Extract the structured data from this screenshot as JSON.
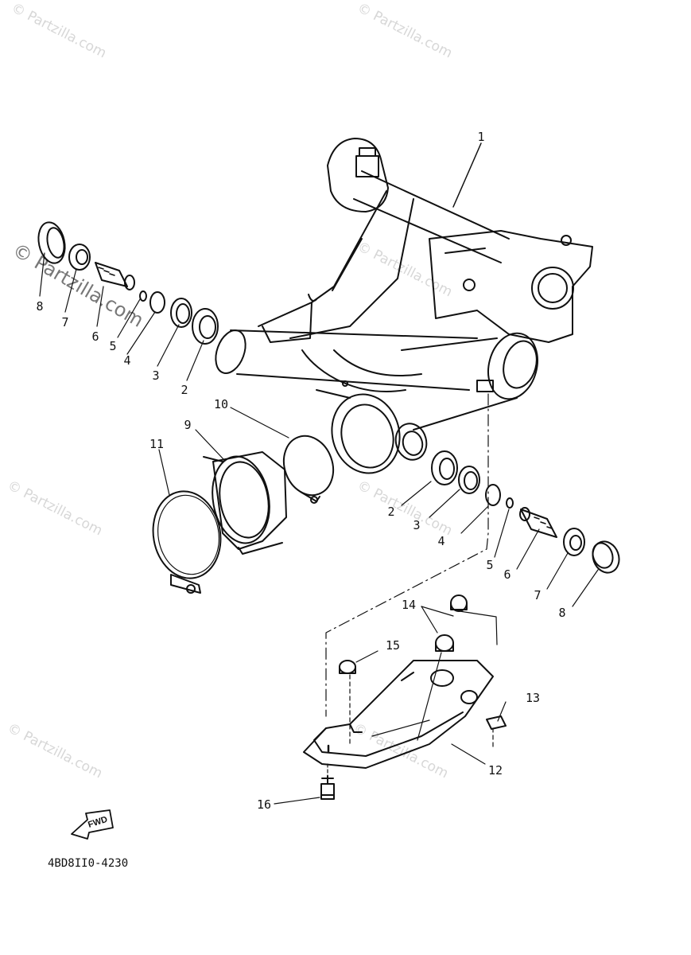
{
  "watermark": {
    "text": "© Partzilla.com"
  },
  "callouts": {
    "c1": "1",
    "c2a": "2",
    "c2b": "2",
    "c3a": "3",
    "c3b": "3",
    "c4a": "4",
    "c4b": "4",
    "c5a": "5",
    "c5b": "5",
    "c6a": "6",
    "c6b": "6",
    "c7a": "7",
    "c7b": "7",
    "c8a": "8",
    "c8b": "8",
    "c9": "9",
    "c10": "10",
    "c11": "11",
    "c12": "12",
    "c13": "13",
    "c14": "14",
    "c15": "15",
    "c16": "16"
  },
  "fwd_label": "FWD",
  "diagram_code": "4BD8II0-4230"
}
